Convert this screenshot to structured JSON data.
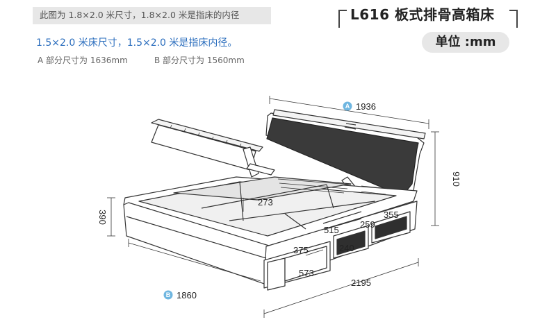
{
  "header": {
    "note": "此图为 1.8×2.0 米尺寸，1.8×2.0 米是指床的内径",
    "sub_note": "1.5×2.0 米床尺寸，1.5×2.0 米是指床内径。",
    "part_a": "A 部分尺寸为 1636mm",
    "part_b": "B 部分尺寸为 1560mm",
    "title": "L616 板式排骨高箱床",
    "unit": "单位 :mm"
  },
  "dimensions": {
    "a_label": "A",
    "a_value": "1936",
    "b_label": "B",
    "b_value": "1860",
    "height_total": "910",
    "height_frame": "390",
    "length": "2195",
    "inner_273": "273",
    "drawer_515": "515",
    "drawer_259": "259",
    "drawer_355": "355",
    "drawer_375": "375",
    "drawer_240": "240",
    "drawer_573": "573"
  },
  "colors": {
    "badge": "#6fb6e0",
    "headboard": "#3a3a3a",
    "line": "#333333",
    "accent_text": "#2a6dbd"
  }
}
